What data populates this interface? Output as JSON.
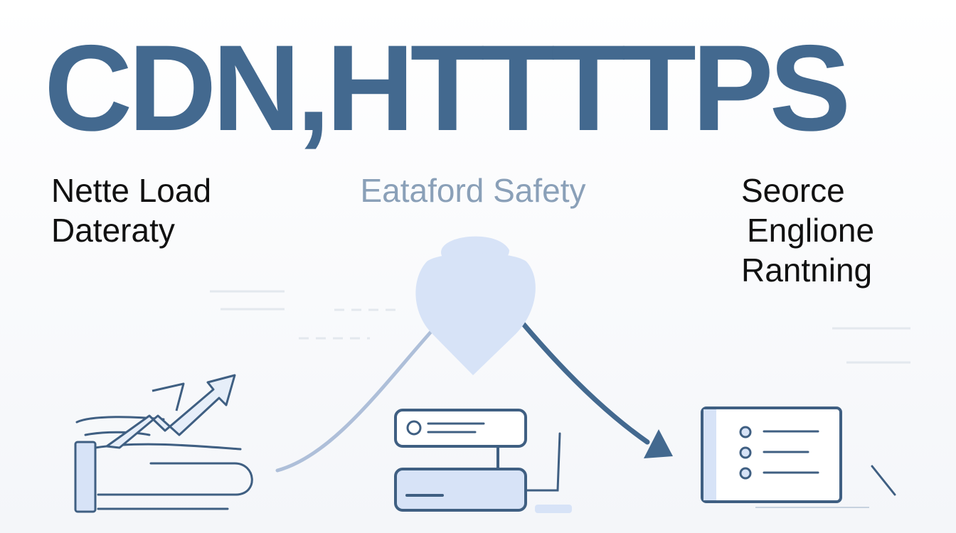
{
  "title": "CDN,HTTTTPS",
  "labels": {
    "left": "Nette Load Dateraty",
    "center": "Eataford Safety",
    "right": [
      "Seorce",
      "Englione",
      "Rantning"
    ]
  },
  "icons": {
    "left": "upload-chart-icon",
    "center": "shield-drop-icon",
    "middle": "server-icon",
    "right": "document-list-icon"
  },
  "colors": {
    "title": "#43698f",
    "accent_dark": "#43698f",
    "accent_light": "#d7e3f7",
    "label_muted": "#8aa0b8",
    "text": "#111111"
  }
}
